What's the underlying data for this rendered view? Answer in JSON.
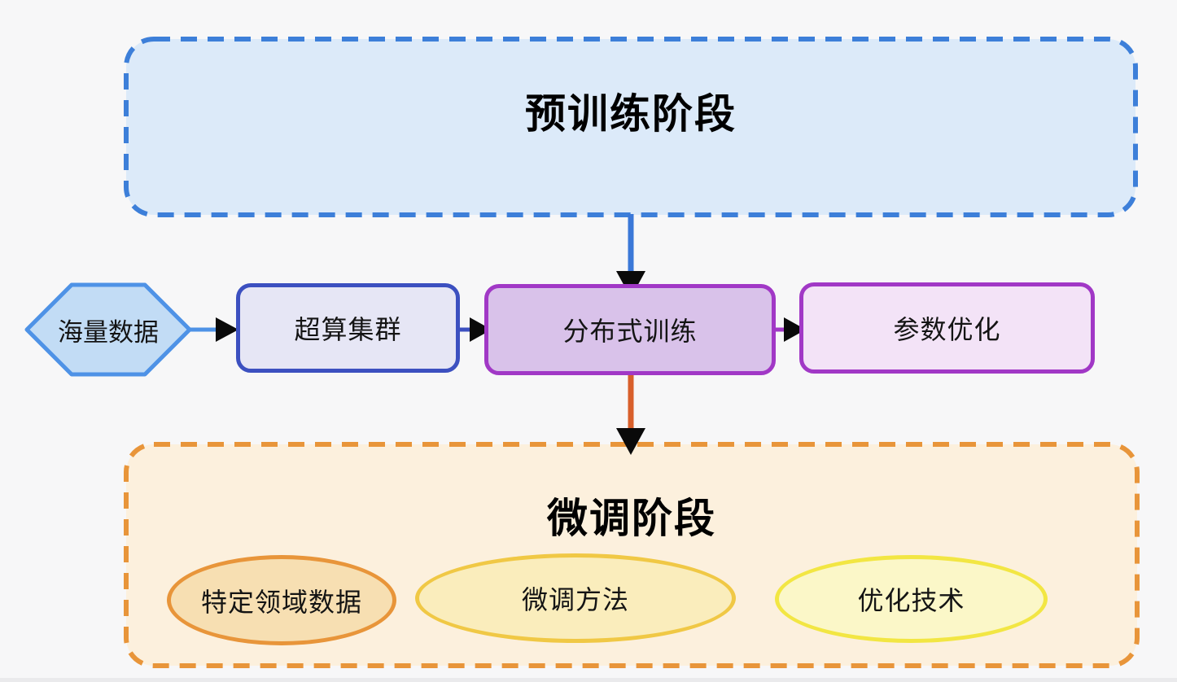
{
  "background_color": "#F7F7F8",
  "stages": {
    "pretrain": {
      "title": "预训练阶段",
      "fill": "#DCEAF9",
      "border_color": "#3D7FD9",
      "border_style": "dashed"
    },
    "finetune": {
      "title": "微调阶段",
      "fill": "#FCF0DD",
      "border_color": "#E8953A",
      "border_style": "dashed",
      "items": [
        {
          "label": "特定领域数据",
          "shape": "ellipse",
          "fill": "#F7DFB2",
          "border_color": "#E8953A"
        },
        {
          "label": "微调方法",
          "shape": "ellipse",
          "fill": "#FAEDBC",
          "border_color": "#F0C845"
        },
        {
          "label": "优化技术",
          "shape": "ellipse",
          "fill": "#FBF7C8",
          "border_color": "#F2E643"
        }
      ]
    }
  },
  "pipeline": {
    "nodes": [
      {
        "label": "海量数据",
        "shape": "hexagon",
        "fill": "#C2DCF5",
        "border_color": "#4E92E6"
      },
      {
        "label": "超算集群",
        "shape": "rounded-rect",
        "fill": "#E6E6F5",
        "border_color": "#3C50C0"
      },
      {
        "label": "分布式训练",
        "shape": "rounded-rect",
        "fill": "#D9C2EA",
        "border_color": "#A138C6"
      },
      {
        "label": "参数优化",
        "shape": "rounded-rect",
        "fill": "#F3E3F7",
        "border_color": "#A138C6"
      }
    ],
    "edges": [
      {
        "from": "预训练阶段",
        "to": "分布式训练",
        "line_color": "#3B78D8",
        "arrowhead_color": "#0A0A0A"
      },
      {
        "from": "海量数据",
        "to": "超算集群",
        "line_color": "#4E92E6",
        "arrowhead_color": "#0A0A0A"
      },
      {
        "from": "超算集群",
        "to": "分布式训练",
        "line_color": "#3C50C0",
        "arrowhead_color": "#0A0A0A"
      },
      {
        "from": "分布式训练",
        "to": "参数优化",
        "line_color": "#A138C6",
        "arrowhead_color": "#0A0A0A"
      },
      {
        "from": "分布式训练",
        "to": "微调阶段",
        "line_color": "#D85F2B",
        "arrowhead_color": "#0A0A0A"
      }
    ]
  }
}
